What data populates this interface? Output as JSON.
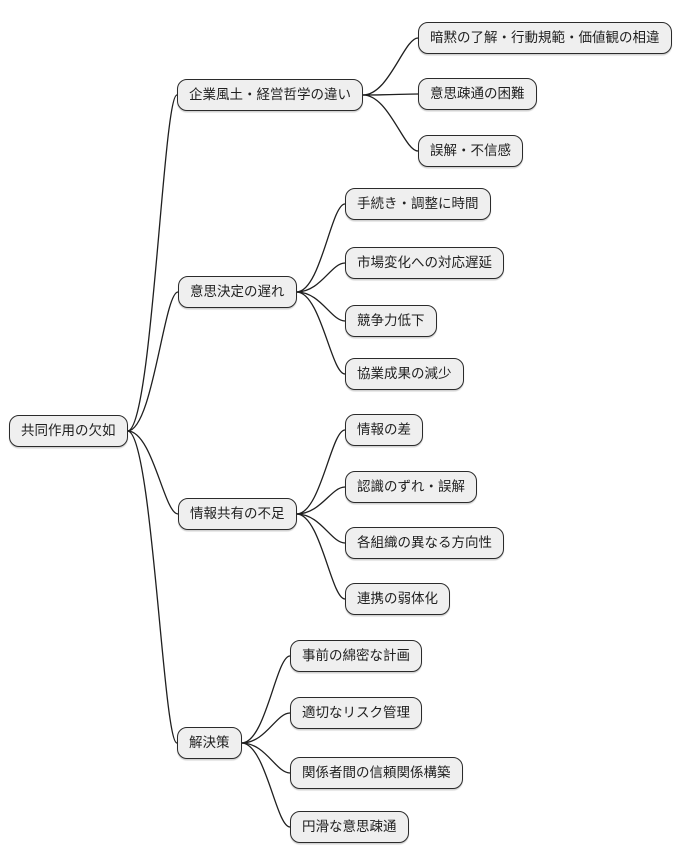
{
  "diagram": {
    "type": "mindmap",
    "root": {
      "id": "root",
      "label": "共同作用の欠如"
    },
    "branches": [
      {
        "id": "b1",
        "label": "企業風土・経営哲学の違い",
        "children": [
          {
            "id": "b1c1",
            "label": "暗黙の了解・行動規範・価値観の相違"
          },
          {
            "id": "b1c2",
            "label": "意思疎通の困難"
          },
          {
            "id": "b1c3",
            "label": "誤解・不信感"
          }
        ]
      },
      {
        "id": "b2",
        "label": "意思決定の遅れ",
        "children": [
          {
            "id": "b2c1",
            "label": "手続き・調整に時間"
          },
          {
            "id": "b2c2",
            "label": "市場変化への対応遅延"
          },
          {
            "id": "b2c3",
            "label": "競争力低下"
          },
          {
            "id": "b2c4",
            "label": "協業成果の減少"
          }
        ]
      },
      {
        "id": "b3",
        "label": "情報共有の不足",
        "children": [
          {
            "id": "b3c1",
            "label": "情報の差"
          },
          {
            "id": "b3c2",
            "label": "認識のずれ・誤解"
          },
          {
            "id": "b3c3",
            "label": "各組織の異なる方向性"
          },
          {
            "id": "b3c4",
            "label": "連携の弱体化"
          }
        ]
      },
      {
        "id": "b4",
        "label": "解決策",
        "children": [
          {
            "id": "b4c1",
            "label": "事前の綿密な計画"
          },
          {
            "id": "b4c2",
            "label": "適切なリスク管理"
          },
          {
            "id": "b4c3",
            "label": "関係者間の信頼関係構築"
          },
          {
            "id": "b4c4",
            "label": "円滑な意思疎通"
          }
        ]
      }
    ]
  },
  "colors": {
    "background": "#ffffff",
    "node_fill": "#efefef",
    "node_border": "#2b2b2b",
    "edge": "#1f1f1f",
    "text": "#1f1f1f"
  }
}
